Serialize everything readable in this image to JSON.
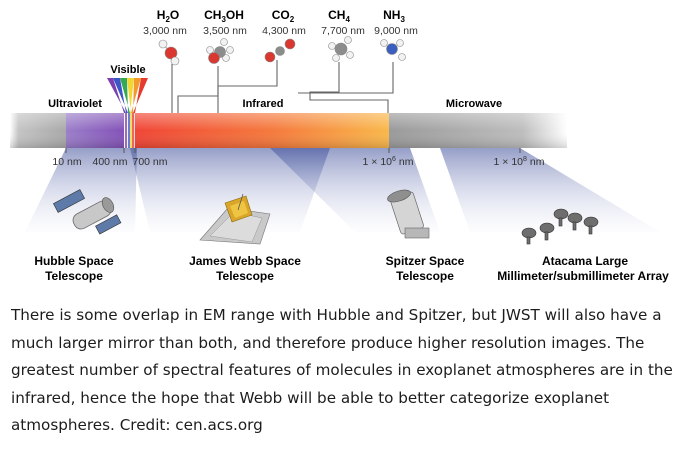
{
  "molecules": [
    {
      "formula_main": "H",
      "formula_sub": "2",
      "formula_end": "O",
      "wavelength": "3,000 nm"
    },
    {
      "formula_main": "CH",
      "formula_sub": "3",
      "formula_end": "OH",
      "wavelength": "3,500 nm"
    },
    {
      "formula_main": "CO",
      "formula_sub": "2",
      "formula_end": "",
      "wavelength": "4,300 nm"
    },
    {
      "formula_main": "CH",
      "formula_sub": "4",
      "formula_end": "",
      "wavelength": "7,700 nm"
    },
    {
      "formula_main": "NH",
      "formula_sub": "3",
      "formula_end": "",
      "wavelength": "9,000 nm"
    }
  ],
  "bands": {
    "visible": "Visible",
    "ultraviolet": "Ultraviolet",
    "infrared": "Infrared",
    "microwave": "Microwave"
  },
  "ticks": {
    "t10": "10 nm",
    "t400": "400 nm",
    "t700": "700 nm",
    "t1e6_base": "1 × 10",
    "t1e6_exp": "6",
    "t1e6_unit": " nm",
    "t1e8_base": "1 × 10",
    "t1e8_exp": "8",
    "t1e8_unit": " nm"
  },
  "telescopes": [
    {
      "line1": "Hubble Space",
      "line2": "Telescope"
    },
    {
      "line1": "James Webb Space",
      "line2": "Telescope"
    },
    {
      "line1": "Spitzer Space",
      "line2": "Telescope"
    },
    {
      "line1": "Atacama Large",
      "line2": "Millimeter/submillimeter Array"
    }
  ],
  "caption": "There is some overlap in EM range with Hubble and Spitzer, but JWST will also have a much larger mirror than both, and therefore produce higher resolution images. The greatest number of spectral features of molecules in exoplanet atmospheres are in the infrared, hence the hope that Webb will be able to better categorize exoplanet atmospheres.  Credit: cen.acs.org",
  "colors": {
    "ultraviolet": "#8a5fbf",
    "infrared_start": "#f04a3a",
    "infrared_end": "#f8b24a",
    "gray_band": "#9a9a9a",
    "oxygen": "#d9372f",
    "nitrogen": "#3a5fbf",
    "carbon": "#8c8c8c",
    "hydrogen": "#f2f2f2"
  }
}
